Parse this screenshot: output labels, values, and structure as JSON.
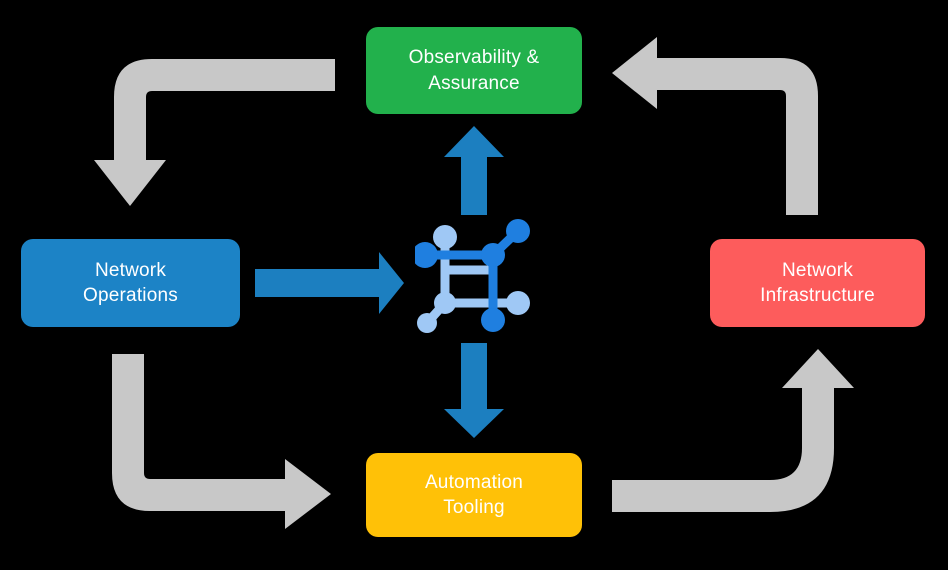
{
  "diagram": {
    "title": "Network automation lifecycle loop",
    "background_color": "#000000",
    "nodes": [
      {
        "id": "observability",
        "label": "Observability &\nAssurance",
        "color": "#22b14c",
        "text_color": "#ffffff",
        "position": "top"
      },
      {
        "id": "network-operations",
        "label": "Network\nOperations",
        "color": "#1c83c6",
        "text_color": "#ffffff",
        "position": "left"
      },
      {
        "id": "network-infrastructure",
        "label": "Network\nInfrastructure",
        "color": "#fd5c5c",
        "text_color": "#ffffff",
        "position": "right"
      },
      {
        "id": "automation-tooling",
        "label": "Automation\nTooling",
        "color": "#ffc107",
        "text_color": "#ffffff",
        "position": "bottom"
      }
    ],
    "center_icon": {
      "name": "network-topology-icon",
      "primary_color": "#1f7fe0",
      "secondary_color": "#9fc8f5"
    },
    "connectors": {
      "blue": {
        "color": "#1c7fc0",
        "arrows": [
          {
            "name": "operations-to-center",
            "direction": "right"
          },
          {
            "name": "center-to-observability",
            "direction": "up"
          },
          {
            "name": "center-to-automation",
            "direction": "down"
          }
        ]
      },
      "gray": {
        "color": "#c8c8c8",
        "arrows": [
          {
            "name": "observability-to-operations",
            "direction": "left-then-down"
          },
          {
            "name": "infrastructure-to-observability",
            "direction": "up-then-left"
          },
          {
            "name": "operations-to-automation",
            "direction": "down-then-right"
          },
          {
            "name": "automation-to-infrastructure",
            "direction": "right-then-up"
          }
        ]
      }
    }
  }
}
